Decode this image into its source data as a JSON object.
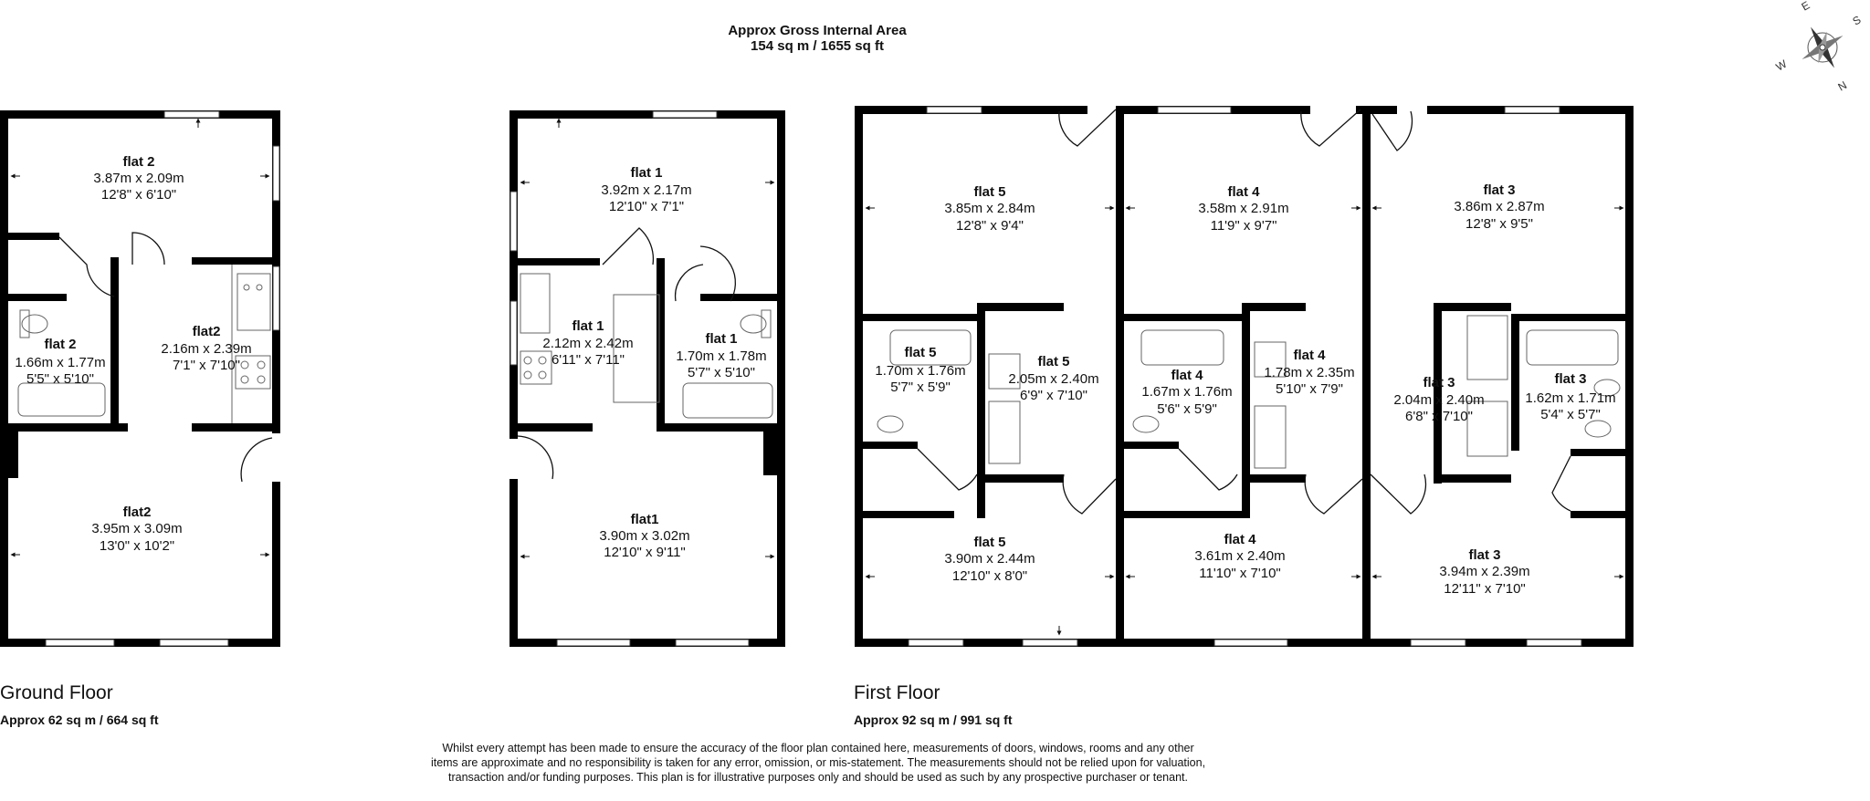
{
  "header": {
    "line1": "Approx Gross Internal Area",
    "line2": "154 sq m / 1655 sq ft"
  },
  "compass": {
    "letters": [
      "N",
      "E",
      "S",
      "W"
    ]
  },
  "ground_floor": {
    "title": "Ground Floor",
    "area": "Approx 62 sq m / 664 sq ft",
    "rooms": [
      {
        "name": "flat 2",
        "metric": "3.87m x 2.09m",
        "imperial": "12'8\" x 6'10\""
      },
      {
        "name": "flat 2",
        "metric": "1.66m x 1.77m",
        "imperial": "5'5\" x 5'10\""
      },
      {
        "name": "flat2",
        "metric": "2.16m x 2.39m",
        "imperial": "7'1\" x 7'10\""
      },
      {
        "name": "flat2",
        "metric": "3.95m x 3.09m",
        "imperial": "13'0\" x 10'2\""
      },
      {
        "name": "flat 1",
        "metric": "3.92m x 2.17m",
        "imperial": "12'10\" x 7'1\""
      },
      {
        "name": "flat 1",
        "metric": "2.12m x 2.42m",
        "imperial": "6'11\" x 7'11\""
      },
      {
        "name": "flat 1",
        "metric": "1.70m x 1.78m",
        "imperial": "5'7\" x 5'10\""
      },
      {
        "name": "flat1",
        "metric": "3.90m x 3.02m",
        "imperial": "12'10\" x 9'11\""
      }
    ]
  },
  "first_floor": {
    "title": "First Floor",
    "area": "Approx 92 sq m / 991 sq ft",
    "rooms": [
      {
        "name": "flat 5",
        "metric": "3.85m x 2.84m",
        "imperial": "12'8\" x 9'4\""
      },
      {
        "name": "flat 5",
        "metric": "1.70m x 1.76m",
        "imperial": "5'7\" x 5'9\""
      },
      {
        "name": "flat 5",
        "metric": "2.05m x 2.40m",
        "imperial": "6'9\" x 7'10\""
      },
      {
        "name": "flat 5",
        "metric": "3.90m x 2.44m",
        "imperial": "12'10\" x 8'0\""
      },
      {
        "name": "flat 4",
        "metric": "3.58m x 2.91m",
        "imperial": "11'9\" x 9'7\""
      },
      {
        "name": "flat 4",
        "metric": "1.67m x 1.76m",
        "imperial": "5'6\" x 5'9\""
      },
      {
        "name": "flat 4",
        "metric": "1.78m x 2.35m",
        "imperial": "5'10\" x 7'9\""
      },
      {
        "name": "flat 4",
        "metric": "3.61m x 2.40m",
        "imperial": "11'10\" x 7'10\""
      },
      {
        "name": "flat 3",
        "metric": "3.86m x 2.87m",
        "imperial": "12'8\" x 9'5\""
      },
      {
        "name": "flat 3",
        "metric": "2.04m x 2.40m",
        "imperial": "6'8\" x 7'10\""
      },
      {
        "name": "flat 3",
        "metric": "1.62m x 1.71m",
        "imperial": "5'4\" x 5'7\""
      },
      {
        "name": "flat 3",
        "metric": "3.94m x 2.39m",
        "imperial": "12'11\" x 7'10\""
      }
    ]
  },
  "disclaimer": "Whilst every attempt has been made to ensure the accuracy of the floor plan contained here, measurements of doors, windows, rooms and any other items are approximate and no responsibility is taken for any error, omission, or mis-statement. The measurements should not be relied upon for valuation, transaction and/or funding purposes. This plan is for illustrative purposes only and should be used as such by any prospective purchaser or tenant."
}
